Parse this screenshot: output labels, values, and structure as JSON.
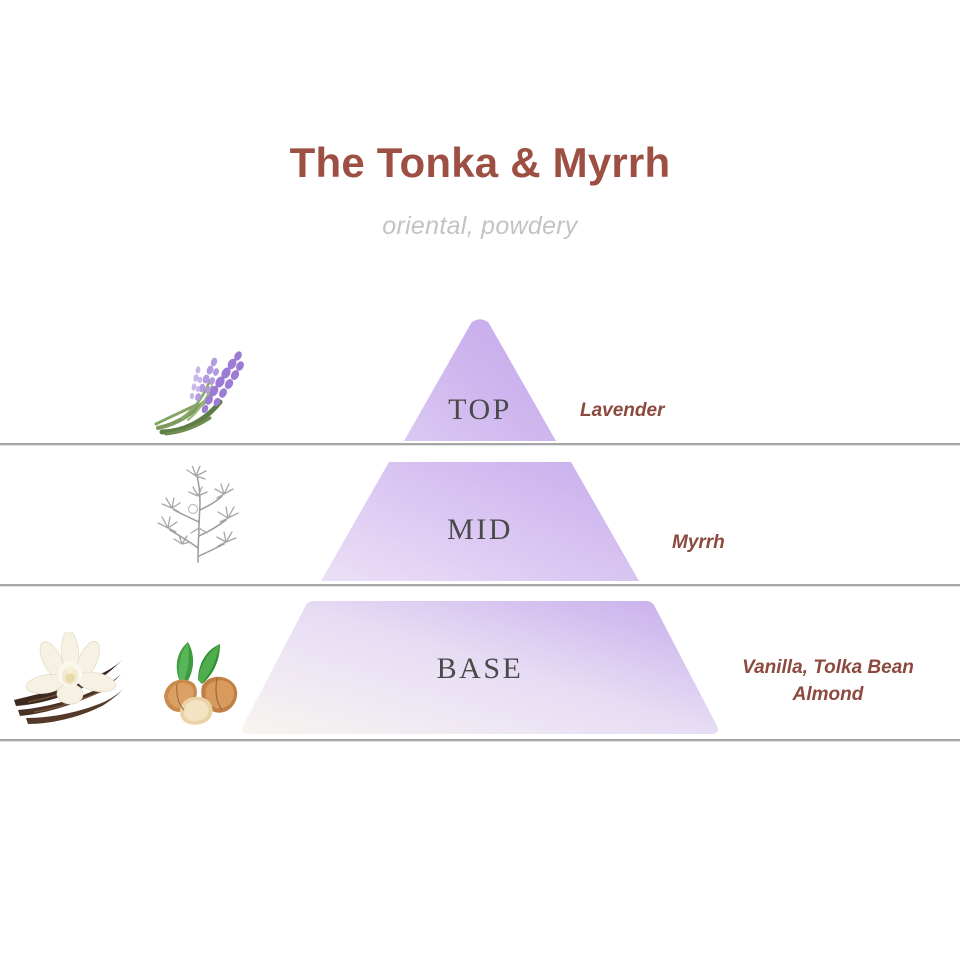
{
  "header": {
    "title": "The Tonka & Myrrh",
    "subtitle": "oriental, powdery"
  },
  "colors": {
    "title": "#9c4f42",
    "subtitle": "#c3c3c3",
    "note_text": "#8c4a3f",
    "tier_label": "#4a4a4a",
    "rule": "#a6a6a6",
    "pyramid_purple": "#c9b0ec",
    "pyramid_light": "#efe7f7",
    "pyramid_cream": "#faf6f1",
    "background": "#ffffff"
  },
  "pyramid": {
    "tiers": [
      {
        "id": "top",
        "label": "TOP",
        "notes": "Lavender",
        "icons": [
          {
            "name": "lavender-sprig-illustration",
            "label": "Lavender"
          }
        ]
      },
      {
        "id": "mid",
        "label": "MID",
        "notes": "Myrrh",
        "icons": [
          {
            "name": "myrrh-plant-illustration",
            "label": "Myrrh"
          }
        ]
      },
      {
        "id": "base",
        "label": "BASE",
        "notes_line1": "Vanilla, Tolka Bean",
        "notes_line2": "Almond",
        "icons": [
          {
            "name": "vanilla-flower-pods-illustration",
            "label": "Vanilla"
          },
          {
            "name": "almond-nuts-illustration",
            "label": "Almond"
          }
        ]
      }
    ]
  }
}
